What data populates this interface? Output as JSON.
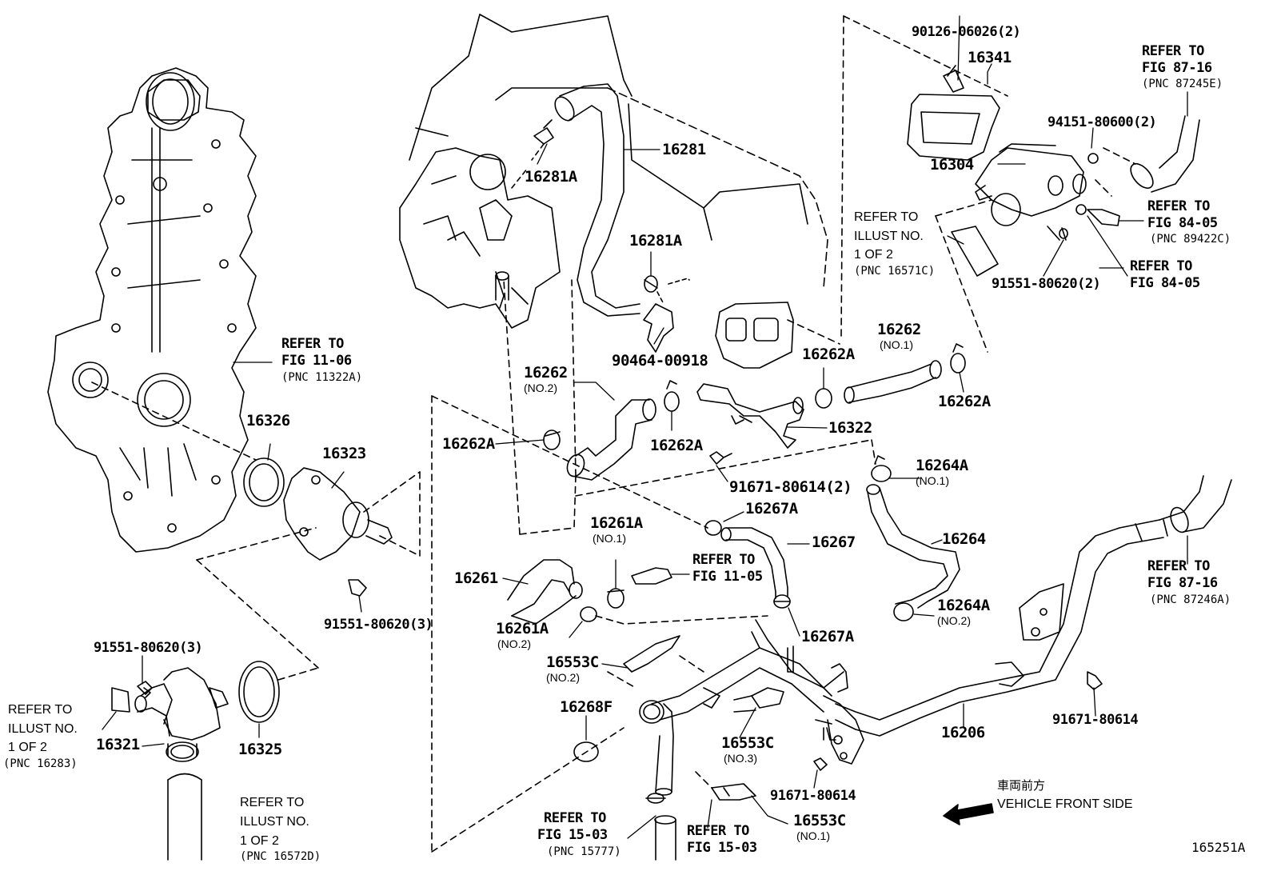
{
  "diagram_id": "165251A",
  "direction": {
    "jp": "車両前方",
    "en": "VEHICLE FRONT SIDE"
  },
  "parts": {
    "p16281": "16281",
    "p16281A_1": "16281A",
    "p16281A_2": "16281A",
    "p90464": "90464-00918",
    "p16262_no2": "16262",
    "p16262_no2_sub": "(NO.2)",
    "p16262_no1": "16262",
    "p16262_no1_sub": "(NO.1)",
    "p16262A_1": "16262A",
    "p16262A_2": "16262A",
    "p16262A_3": "16262A",
    "p16262A_4": "16262A",
    "p16322": "16322",
    "p91671_2": "91671-80614(2)",
    "p90126": "90126-06026(2)",
    "p16341": "16341",
    "p94151": "94151-80600(2)",
    "p16304": "16304",
    "p91551_2": "91551-80620(2)",
    "p16326": "16326",
    "p16323": "16323",
    "p91551_3a": "91551-80620(3)",
    "p91551_3b": "91551-80620(3)",
    "p16321": "16321",
    "p16325": "16325",
    "p16261A_1": "16261A",
    "p16261A_1_sub": "(NO.1)",
    "p16261": "16261",
    "p16261A_2": "16261A",
    "p16261A_2_sub": "(NO.2)",
    "p16267A_1": "16267A",
    "p16267": "16267",
    "p16267A_2": "16267A",
    "p16264A_1": "16264A",
    "p16264A_1_sub": "(NO.1)",
    "p16264": "16264",
    "p16264A_2": "16264A",
    "p16264A_2_sub": "(NO.2)",
    "p16553C_2": "16553C",
    "p16553C_2_sub": "(NO.2)",
    "p16268F": "16268F",
    "p16553C_3": "16553C",
    "p16553C_3_sub": "(NO.3)",
    "p91671_a": "91671-80614",
    "p91671_b": "91671-80614",
    "p16553C_1": "16553C",
    "p16553C_1_sub": "(NO.1)",
    "p16206": "16206"
  },
  "refs": {
    "r1106": {
      "l1": "REFER TO",
      "l2": "FIG 11-06",
      "l3": "(PNC 11322A)"
    },
    "r8716a": {
      "l1": "REFER TO",
      "l2": "FIG 87-16",
      "l3": "(PNC 87245E)"
    },
    "r8405a": {
      "l1": "REFER TO",
      "l2": "FIG 84-05",
      "l3": "(PNC 89422C)"
    },
    "r8405b": {
      "l1": "REFER TO",
      "l2": "FIG 84-05"
    },
    "rill16571": {
      "l1": "REFER TO",
      "l2": "ILLUST NO.",
      "l3": "1 OF 2",
      "l4": "(PNC 16571C)"
    },
    "r1105": {
      "l1": "REFER TO",
      "l2": "FIG 11-05"
    },
    "r8716b": {
      "l1": "REFER TO",
      "l2": "FIG 87-16",
      "l3": "(PNC 87246A)"
    },
    "rill16283": {
      "l1": "REFER TO",
      "l2": "ILLUST NO.",
      "l3": "1 OF 2",
      "l4": "(PNC 16283)"
    },
    "rill16572": {
      "l1": "REFER TO",
      "l2": "ILLUST NO.",
      "l3": "1 OF 2",
      "l4": "(PNC 16572D)"
    },
    "r1503a": {
      "l1": "REFER TO",
      "l2": "FIG 15-03",
      "l3": "(PNC 15777)"
    },
    "r1503b": {
      "l1": "REFER TO",
      "l2": "FIG 15-03"
    }
  }
}
